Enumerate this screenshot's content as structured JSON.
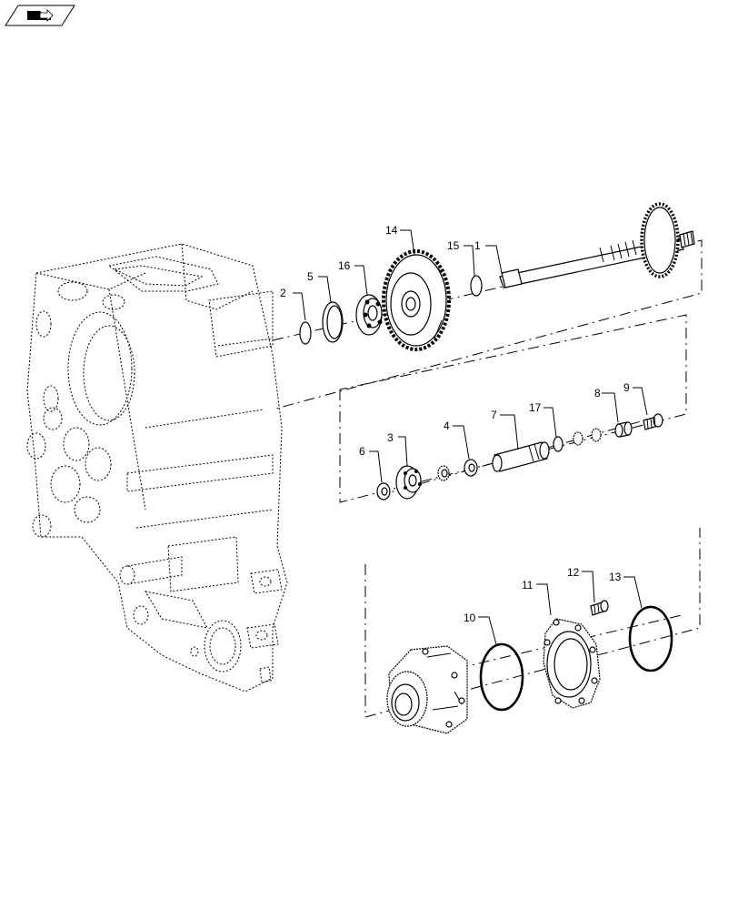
{
  "badge": {
    "icon": "book-arrow-icon"
  },
  "callouts": {
    "c1": "1",
    "c2": "2",
    "c3": "3",
    "c4": "4",
    "c5": "5",
    "c6": "6",
    "c7": "7",
    "c8": "8",
    "c9": "9",
    "c10": "10",
    "c11": "11",
    "c12": "12",
    "c13": "13",
    "c14": "14",
    "c15": "15",
    "c16": "16",
    "c17": "17"
  }
}
